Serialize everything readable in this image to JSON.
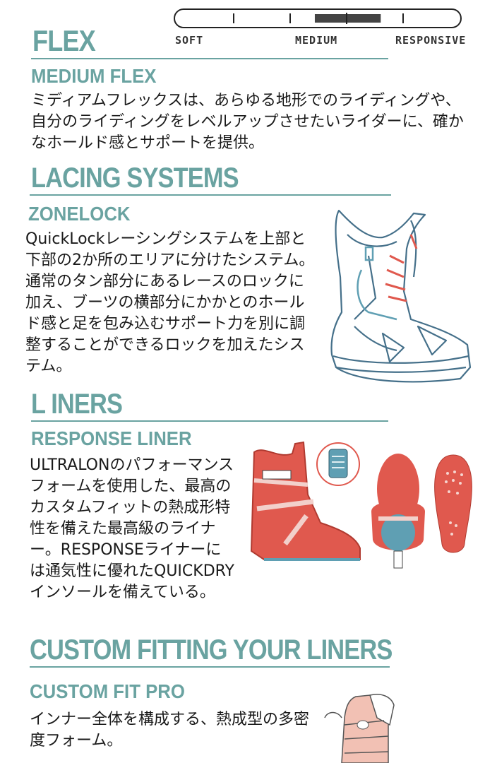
{
  "flex": {
    "heading": "FLEX",
    "scale_labels": [
      "SOFT",
      "MEDIUM",
      "RESPONSIVE"
    ],
    "subheading": "MEDIUM FLEX",
    "description": "ミディアムフレックスは、あらゆる地形でのライディングや、自分のライディングをレベルアップさせたいライダーに、確かなホールド感とサポートを提供。",
    "level_range": [
      0.49,
      0.72
    ]
  },
  "lacing": {
    "heading": "LACING SYSTEMS",
    "subheading": "ZONELOCK",
    "description": "QuickLockレーシングシステムを上部と下部の2か所のエリアに分けたシステム。通常のタン部分にあるレースのロックに加え、ブーツの横部分にかかとのホールド感と足を包み込むサポート力を別に調整することができるロックを加えたシステム。",
    "image_icon": "snowboard-boot-icon"
  },
  "liners": {
    "heading": "L INERS",
    "subheading": "RESPONSE LINER",
    "description": "ULTRALONのパフォーマンスフォームを使用した、最高のカスタムフィットの熱成形特性を備えた最高級のライナー。RESPONSEライナーには通気性に優れたQUICKDRYインソールを備えている。",
    "image_icon": "boot-liner-icon",
    "colors": {
      "liner_red": "#e0594e",
      "liner_blue": "#5f9fb3"
    }
  },
  "custom": {
    "heading": "CUSTOM FITTING YOUR LINERS",
    "subheading": "CUSTOM FIT PRO",
    "description": "インナー全体を構成する、熱成型の多密度フォーム。",
    "image_icon": "custom-fit-liner-icon"
  },
  "colors": {
    "accent": "#6aa3a1",
    "text": "#1a1a1a"
  }
}
